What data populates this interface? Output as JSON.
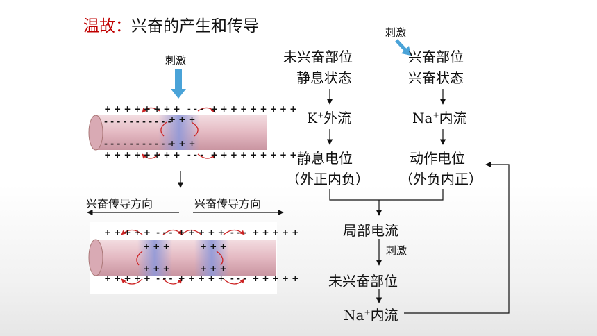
{
  "title": {
    "prefix": "温故：",
    "main": "兴奋的产生和传导"
  },
  "figure_top": {
    "stimulus": "刺激",
    "plus_row": "+ + + + + + + +",
    "minus_gap": "- - -",
    "plus_row_right": "+ + + + + + + + +",
    "minus_row": "- - - - - - - - - - -",
    "inner_plus": "+ + +"
  },
  "figure_bottom": {
    "dir_left": "兴奋传导方向",
    "dir_right": "兴奋传导方向",
    "outer_plus_a": "+ + + + +",
    "outer_minus": "- - -",
    "inner_plus": "+ + +"
  },
  "flow": {
    "stimulus_top": "刺激",
    "left_title_1": "未兴奋部位",
    "left_title_2": "静息状态",
    "right_title_1": "兴奋部位",
    "right_title_2": "兴奋状态",
    "left_ion_base": "K",
    "left_ion_sup": "+",
    "left_ion_tail": "外流",
    "right_ion_base": "Na",
    "right_ion_sup": "+",
    "right_ion_tail": "内流",
    "left_potential": "静息电位",
    "left_potential_desc": "（外正内负）",
    "right_potential": "动作电位",
    "right_potential_desc": "（外负内正）",
    "local_current": "局部电流",
    "stimulus_mid": "刺激",
    "unexcited": "未兴奋部位",
    "final_ion_base": "Na",
    "final_ion_sup": "+",
    "final_ion_tail": "内流"
  },
  "colors": {
    "title_red": "#c00000",
    "arrow_blue": "#4aa3d8",
    "nerve_pink": "#e9c5cc",
    "excited_blue": "#8f98d8",
    "current_red": "#cc2222"
  }
}
